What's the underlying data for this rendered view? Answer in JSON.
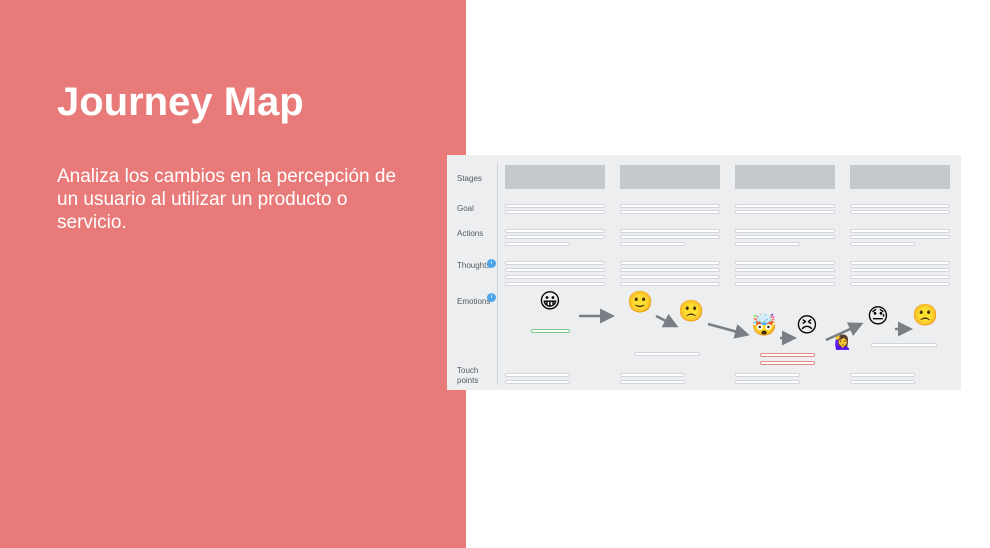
{
  "slide": {
    "title": "Journey Map",
    "description": "Analiza los cambios en la percepción de un usuario al utilizar un producto o servicio."
  },
  "journey_map": {
    "rows": {
      "stages": "Stages",
      "goal": "Goal",
      "actions": "Actions",
      "thoughts": "Thoughts",
      "emotions": "Emotions",
      "touch_points_line1": "Touch",
      "touch_points_line2": "points"
    },
    "info_icon_glyph": "i",
    "emotions": [
      "😀",
      "🙂",
      "🙁",
      "🤯",
      "😣",
      "🙋‍♀️",
      "😓",
      "🙁"
    ]
  },
  "colors": {
    "panel": "#e87b79",
    "card": "#eceef0",
    "stage_box": "#c5c9ce",
    "arrow": "#7a7f86"
  }
}
